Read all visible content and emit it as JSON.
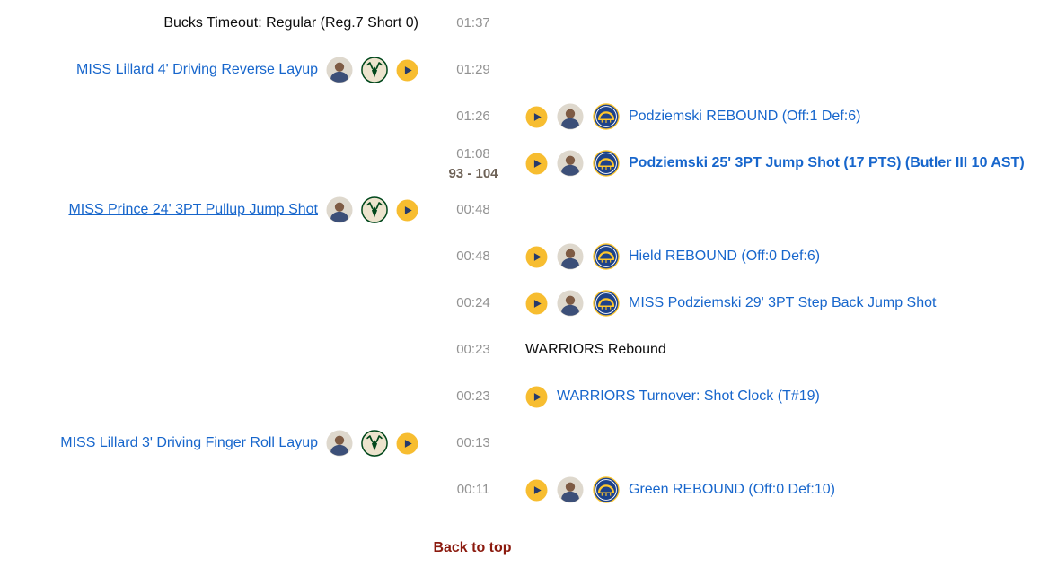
{
  "page": {
    "background": "#ffffff",
    "description": "NBA play-by-play feed, Bucks vs Warriors"
  },
  "colors": {
    "link_blue": "#1766cc",
    "time_gray": "#929292",
    "score_brown": "#6d6156",
    "plain_text": "#0d0d0d",
    "back_to_top_red": "#8b1a0e",
    "play_button_yellow": "#f7bd30",
    "play_triangle_navy": "#253a6b",
    "bucks_green": "#00471b",
    "bucks_cream": "#ece3cd",
    "warriors_blue": "#1d428a",
    "warriors_gold": "#ffc72c"
  },
  "icons": {
    "play_button": "play-video-icon",
    "player_avatar": "player-avatar",
    "bucks_logo": "bucks-logo-icon",
    "warriors_logo": "warriors-logo-icon"
  },
  "rows": [
    {
      "side": "left",
      "text": "Bucks Timeout: Regular (Reg.7 Short 0)",
      "style": "plain",
      "time": "01:37",
      "icons": "none"
    },
    {
      "side": "left",
      "text": "MISS Lillard 4' Driving Reverse Layup",
      "style": "link",
      "time": "01:29",
      "icons": "full"
    },
    {
      "side": "right",
      "text": "Podziemski REBOUND (Off:1 Def:6)",
      "style": "link",
      "time": "01:26",
      "icons": "full"
    },
    {
      "side": "right",
      "text": "Podziemski 25' 3PT Jump Shot (17 PTS) (Butler III 10 AST)",
      "style": "link bold",
      "time": "01:08",
      "score": "93 - 104",
      "icons": "full"
    },
    {
      "side": "left",
      "text": "MISS Prince 24' 3PT Pullup Jump Shot",
      "style": "link underline",
      "time": "00:48",
      "icons": "full"
    },
    {
      "side": "right",
      "text": "Hield REBOUND (Off:0 Def:6)",
      "style": "link",
      "time": "00:48",
      "icons": "full"
    },
    {
      "side": "right",
      "text": "MISS Podziemski 29' 3PT Step Back Jump Shot",
      "style": "link",
      "time": "00:24",
      "icons": "full"
    },
    {
      "side": "right",
      "text": "WARRIORS Rebound",
      "style": "plain",
      "time": "00:23",
      "icons": "none"
    },
    {
      "side": "right",
      "text": "WARRIORS Turnover: Shot Clock (T#19)",
      "style": "link",
      "time": "00:23",
      "icons": "play"
    },
    {
      "side": "left",
      "text": "MISS Lillard 3' Driving Finger Roll Layup",
      "style": "link",
      "time": "00:13",
      "icons": "full"
    },
    {
      "side": "right",
      "text": "Green REBOUND (Off:0 Def:10)",
      "style": "link",
      "time": "00:11",
      "icons": "full"
    }
  ],
  "footer": {
    "back_to_top": "Back to top"
  }
}
